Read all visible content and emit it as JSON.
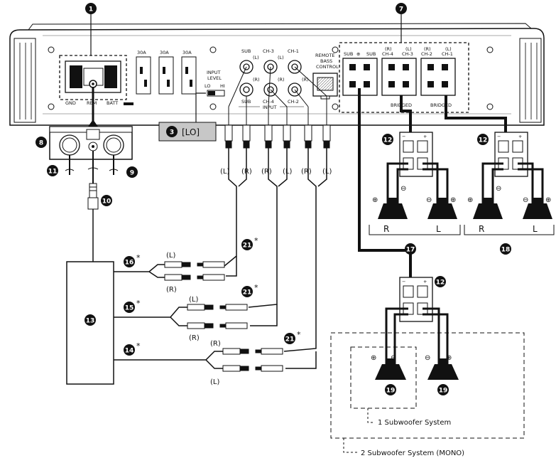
{
  "amp": {
    "power_terminals": {
      "gnd": "GND",
      "rem": "REM",
      "batt": "BATT"
    },
    "fuses": [
      "30A",
      "30A",
      "30A"
    ],
    "input_level": {
      "title_1": "INPUT",
      "title_2": "LEVEL",
      "lo": "LO",
      "hi": "HI"
    },
    "rca_top": [
      "SUB",
      "CH-3",
      "CH-1"
    ],
    "rca_top_lr": [
      "(L)",
      "(L)"
    ],
    "rca_bottom": [
      "SUB",
      "CH-4",
      "CH-2"
    ],
    "rca_bottom_lr": [
      "(R)",
      "(R)",
      "(R)"
    ],
    "input_label": "INPUT",
    "remote_bass": [
      "REMOTE",
      "BASS",
      "CONTROL"
    ],
    "spk_sub": [
      "SUB",
      "SUB"
    ],
    "spk_ch34": {
      "r": "(R)",
      "ch4": "CH-4",
      "l": "(L)",
      "ch3": "CH-3"
    },
    "spk_ch12": {
      "r": "(R)",
      "ch2": "CH-2",
      "l": "(L)",
      "ch1": "CH-1"
    },
    "bridged": [
      "BRIDGED",
      "BRIDGED"
    ]
  },
  "callouts": {
    "c1": "1",
    "c3": "3",
    "c3_text": "[LO]",
    "c7": "7",
    "c8": "8",
    "c9": "9",
    "c10": "10",
    "c11": "11",
    "c12": "12",
    "c13": "13",
    "c14": "14",
    "c15": "15",
    "c16": "16",
    "c17": "17",
    "c18": "18",
    "c19": "19",
    "c21": "21"
  },
  "asterisk": "*",
  "rca_plug_labels": [
    "(L)",
    "(R)",
    "(R)",
    "(L)",
    "(R)",
    "(L)"
  ],
  "source_labels": {
    "s16_l": "(L)",
    "s16_r": "(R)",
    "s15_l": "(L)",
    "s15_r": "(R)",
    "s14_r": "(R)",
    "s14_l": "(L)"
  },
  "speaker_pairs": {
    "front": {
      "r": "R",
      "l": "L"
    },
    "rear": {
      "r": "R",
      "l": "L"
    }
  },
  "polarity": {
    "plus": "⊕",
    "minus": "⊖"
  },
  "subwoofer_systems": {
    "one": "1 Subwoofer System",
    "two": "2 Subwoofer System (MONO)"
  }
}
